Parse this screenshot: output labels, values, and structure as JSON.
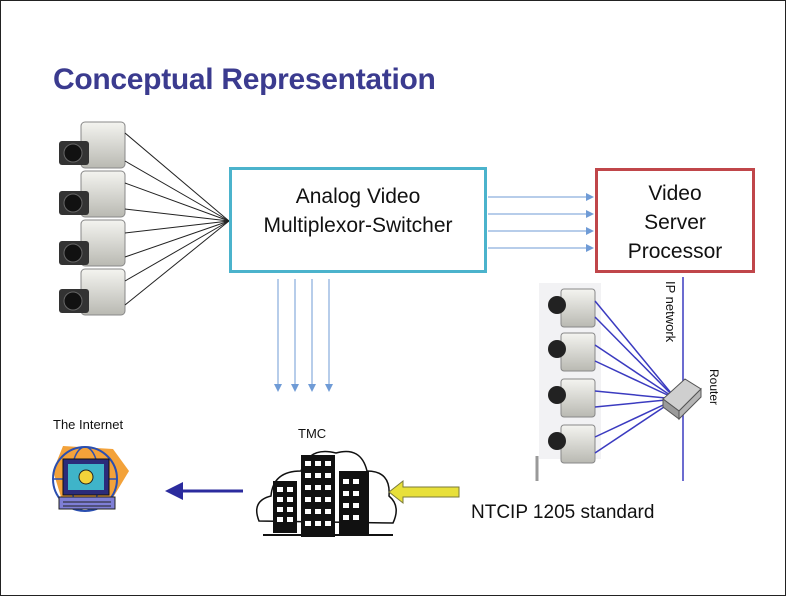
{
  "slide": {
    "title": "Conceptual Representation"
  },
  "mux_box": {
    "lines": [
      "Analog Video",
      "Multiplexor-Switcher"
    ]
  },
  "server_box": {
    "lines": [
      "Video",
      "Server",
      "Processor"
    ]
  },
  "labels": {
    "internet": "The Internet",
    "tmc": "TMC",
    "ntcip": "NTCIP 1205 standard",
    "ip_network": "IP network",
    "router": "Router"
  },
  "icons": {
    "analog_cameras": "camera-icon",
    "ip_cameras": "camera-icon",
    "building": "building-icon",
    "internet": "globe-computer-icon",
    "router": "router-icon"
  },
  "colors": {
    "title": "#3b3b8f",
    "mux_border": "#4bb3cc",
    "server_border": "#c0464a",
    "signal_arrows": "#6f9bd6",
    "network_lines": "#3b3bc0",
    "internet_arrow": "#2b2b9e",
    "ntcip_arrow": "#e8e03a"
  }
}
